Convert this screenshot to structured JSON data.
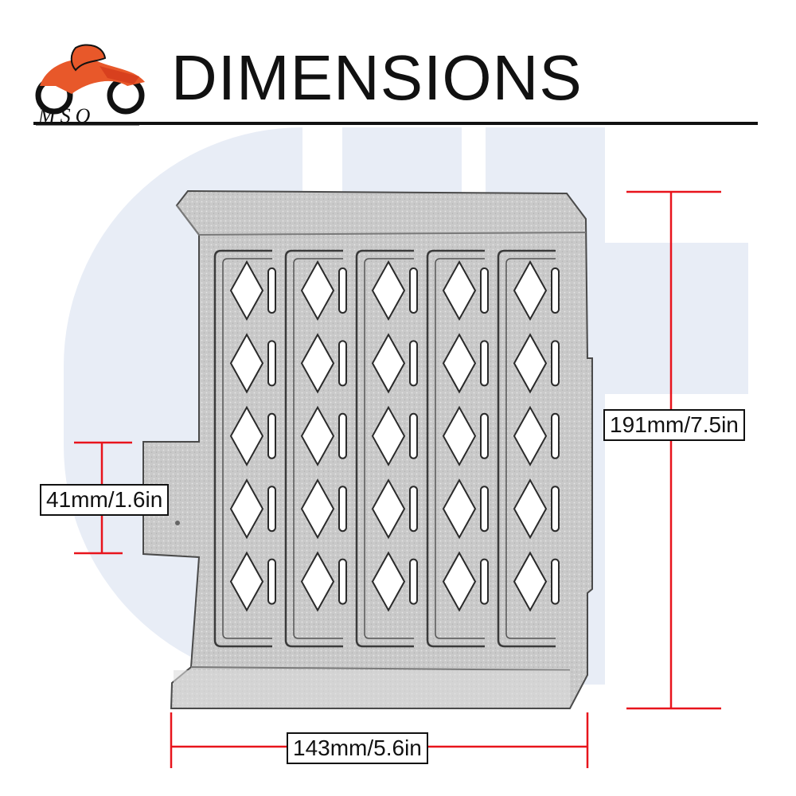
{
  "header": {
    "title": "DIMENSIONS",
    "logo_text": "MSO"
  },
  "dimensions": {
    "height": "191mm/7.5in",
    "width": "143mm/5.6in",
    "tab": "41mm/1.6in"
  },
  "colors": {
    "dimension_line": "#e8141c",
    "watermark": "#e8edf6",
    "plate": "#c9c9c9",
    "logo_bike": "#e8582a"
  },
  "plate": {
    "columns": 5,
    "diamonds_per_column": 5
  }
}
